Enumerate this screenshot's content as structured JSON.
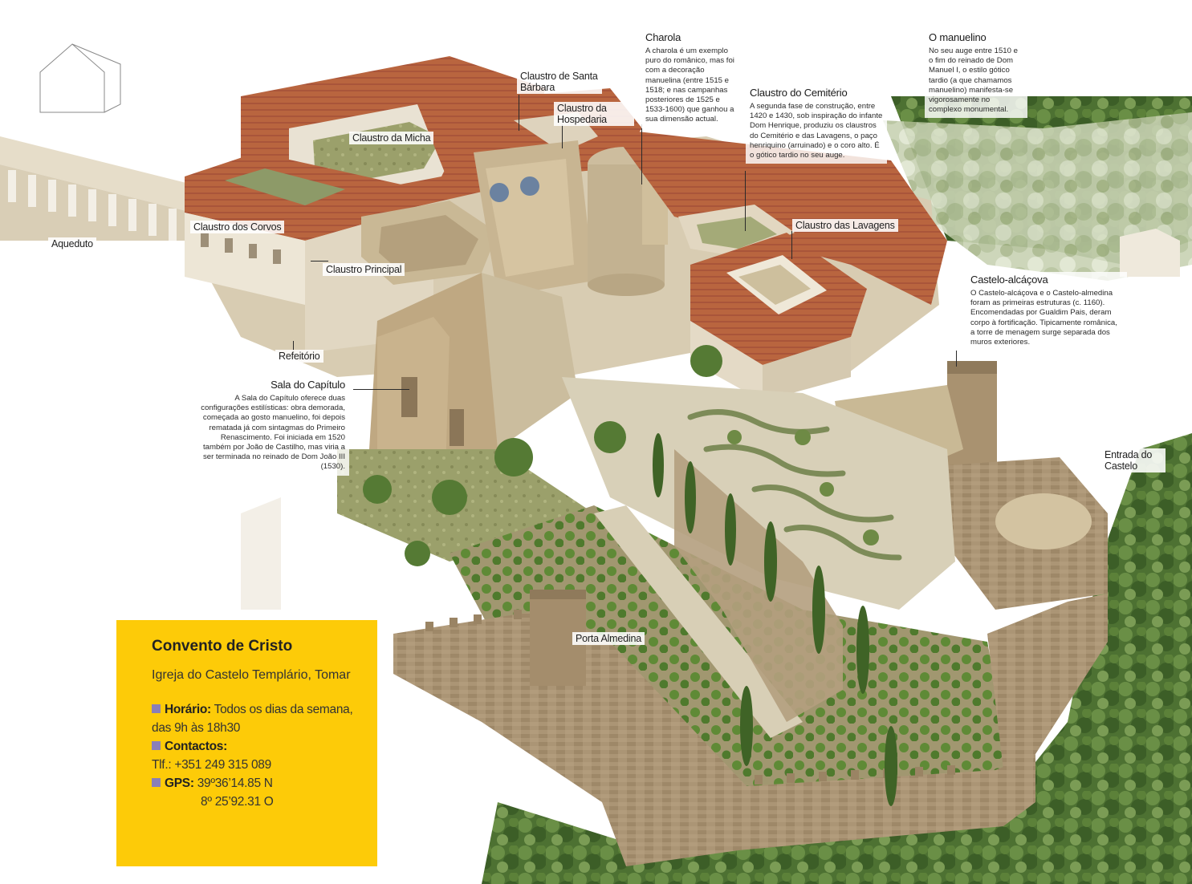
{
  "labels": {
    "aqueduto": "Aqueduto",
    "claustro_micha": "Claustro da Micha",
    "claustro_santa_barbara": "Claustro de Santa Bárbara",
    "claustro_hospedaria": "Claustro da Hospedaria",
    "claustro_corvos": "Claustro dos Corvos",
    "claustro_principal": "Claustro Principal",
    "refeitorio": "Refeitório",
    "claustro_lavagens": "Claustro das Lavagens",
    "entrada_castelo": "Entrada do Castelo",
    "porta_almedina": "Porta Almedina"
  },
  "notes": {
    "charola": {
      "title": "Charola",
      "body": "A charola é um exemplo puro do românico, mas foi com a decoração manuelina (entre 1515 e 1518; e nas campanhas posteriores de 1525 e 1533-1600) que ganhou a sua dimensão actual."
    },
    "manuelino": {
      "title": "O manuelino",
      "body": "No seu auge entre 1510 e o fim do reinado de Dom Manuel I, o estilo gótico tardio (a que chamamos manuelino) manifesta-se vigorosamente no complexo monumental."
    },
    "cemiterio": {
      "title": "Claustro do Cemitério",
      "body": "A segunda fase de construção, entre 1420 e 1430, sob inspiração do infante Dom Henrique, produziu os claustros do Cemitério e das Lavagens, o paço henriquino (arruinado) e o coro alto. É o gótico tardio no seu auge."
    },
    "castelo": {
      "title": "Castelo-alcáçova",
      "body": "O Castelo-alcáçova e o Castelo-almedina foram as primeiras estruturas (c. 1160). Encomendadas por Gualdim Pais, deram corpo à fortificação. Tipicamente românica, a torre de menagem surge separada dos muros exteriores."
    },
    "capitulo": {
      "title": "Sala do Capítulo",
      "body": "A Sala do Capítulo oferece duas configurações estilísticas: obra demorada, começada ao gosto manuelino, foi depois rematada já com sintagmas do Primeiro Renascimento. Foi iniciada em 1520 também por João de Castilho, mas viria a ser terminada no reinado de Dom João III (1530)."
    }
  },
  "info": {
    "title": "Convento de Cristo",
    "subtitle": "Igreja do Castelo Templário, Tomar",
    "horario_label": "Horário:",
    "horario_value": "Todos os dias da semana, das 9h às 18h30",
    "contactos_label": "Contactos:",
    "telefone": "Tlf.: +351 249 315 089",
    "gps_label": "GPS:",
    "gps_lat": "39º36’14.85 N",
    "gps_lon": "8º 25’92.31 O"
  },
  "colors": {
    "info_box": "#fdcb08",
    "bullet": "#8a7fb8",
    "roof": "#b8643e",
    "stone": "#cdbfa2",
    "wall": "#a89272",
    "garden": "#8f9460",
    "trees": "#4c7030"
  }
}
